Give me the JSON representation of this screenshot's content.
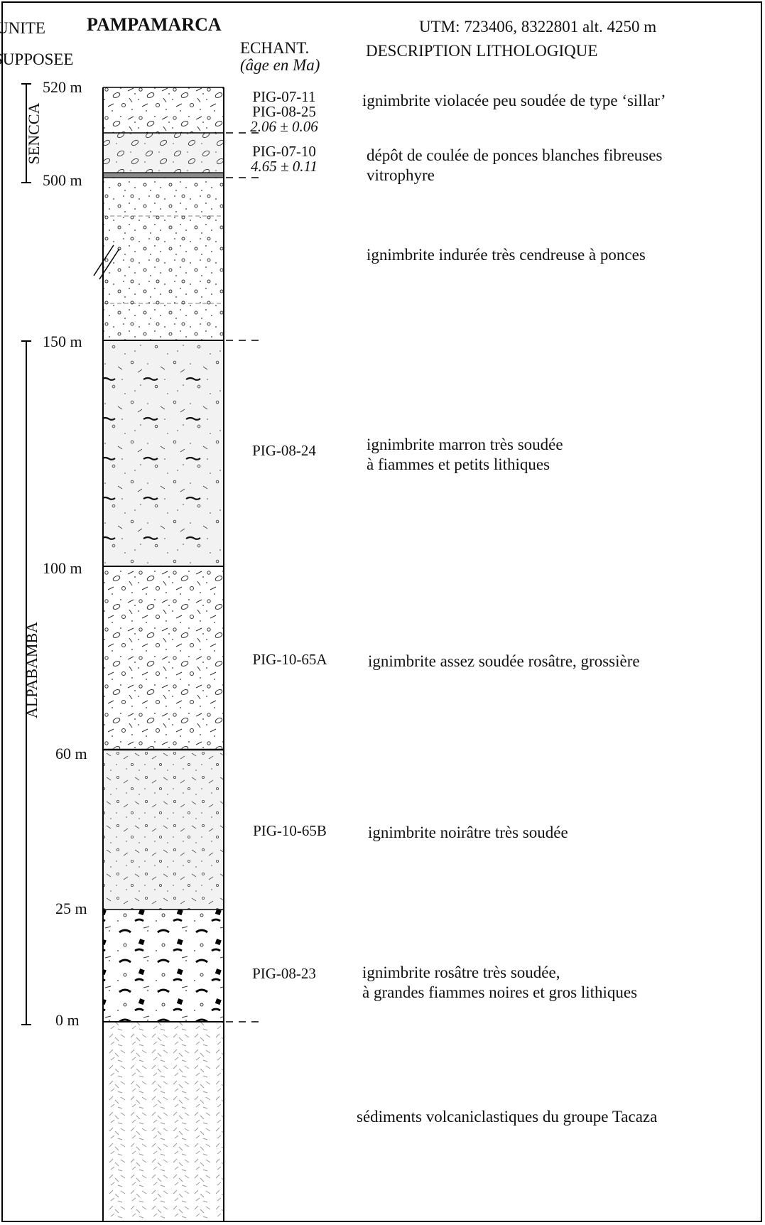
{
  "header": {
    "title": "PAMPAMARCA",
    "utm": "UTM: 723406, 8322801 alt. 4250 m",
    "unite_line1": "UNITE",
    "unite_line2": "SUPPOSEE",
    "echant_label": "ECHANT.",
    "echant_sub": "(âge en Ma)",
    "description_header": "DESCRIPTION LITHOLOGIQUE"
  },
  "units": [
    {
      "name": "SENCCA"
    },
    {
      "name": "ALPABAMBA"
    }
  ],
  "depth_labels": [
    "520 m",
    "500 m",
    "150 m",
    "100 m",
    "60 m",
    "25 m",
    "0 m"
  ],
  "layers": [
    {
      "samples": [
        "PIG-07-11",
        "PIG-08-25"
      ],
      "age": "2.06 ± 0.06",
      "description": [
        "ignimbrite violacée peu soudée de type ‘sillar’"
      ],
      "pattern": "ignimbrite-coarse"
    },
    {
      "samples": [
        "PIG-07-10"
      ],
      "age": "4.65 ± 0.11",
      "description": [
        "dépôt de coulée de ponces blanches fibreuses",
        "vitrophyre"
      ],
      "pattern": "pumice"
    },
    {
      "samples": [],
      "age": "",
      "description": [
        "ignimbrite indurée très cendreuse à ponces"
      ],
      "pattern": "ash-pumice"
    },
    {
      "samples": [
        "PIG-08-24"
      ],
      "age": "",
      "description": [
        "ignimbrite marron très soudée",
        "à fiammes et petits lithiques"
      ],
      "pattern": "welded-fiamme"
    },
    {
      "samples": [
        "PIG-10-65A"
      ],
      "age": "",
      "description": [
        "ignimbrite assez soudée rosâtre, grossière"
      ],
      "pattern": "ignimbrite-coarse"
    },
    {
      "samples": [
        "PIG-10-65B"
      ],
      "age": "",
      "description": [
        "ignimbrite noirâtre très soudée"
      ],
      "pattern": "welded-fine"
    },
    {
      "samples": [
        "PIG-08-23"
      ],
      "age": "",
      "description": [
        "ignimbrite rosâtre très soudée,",
        "à grandes fiammes noires et gros lithiques"
      ],
      "pattern": "big-fiamme"
    },
    {
      "samples": [],
      "age": "",
      "description": [
        "sédiments volcaniclastiques du groupe Tacaza"
      ],
      "pattern": "volcaniclastic"
    }
  ]
}
